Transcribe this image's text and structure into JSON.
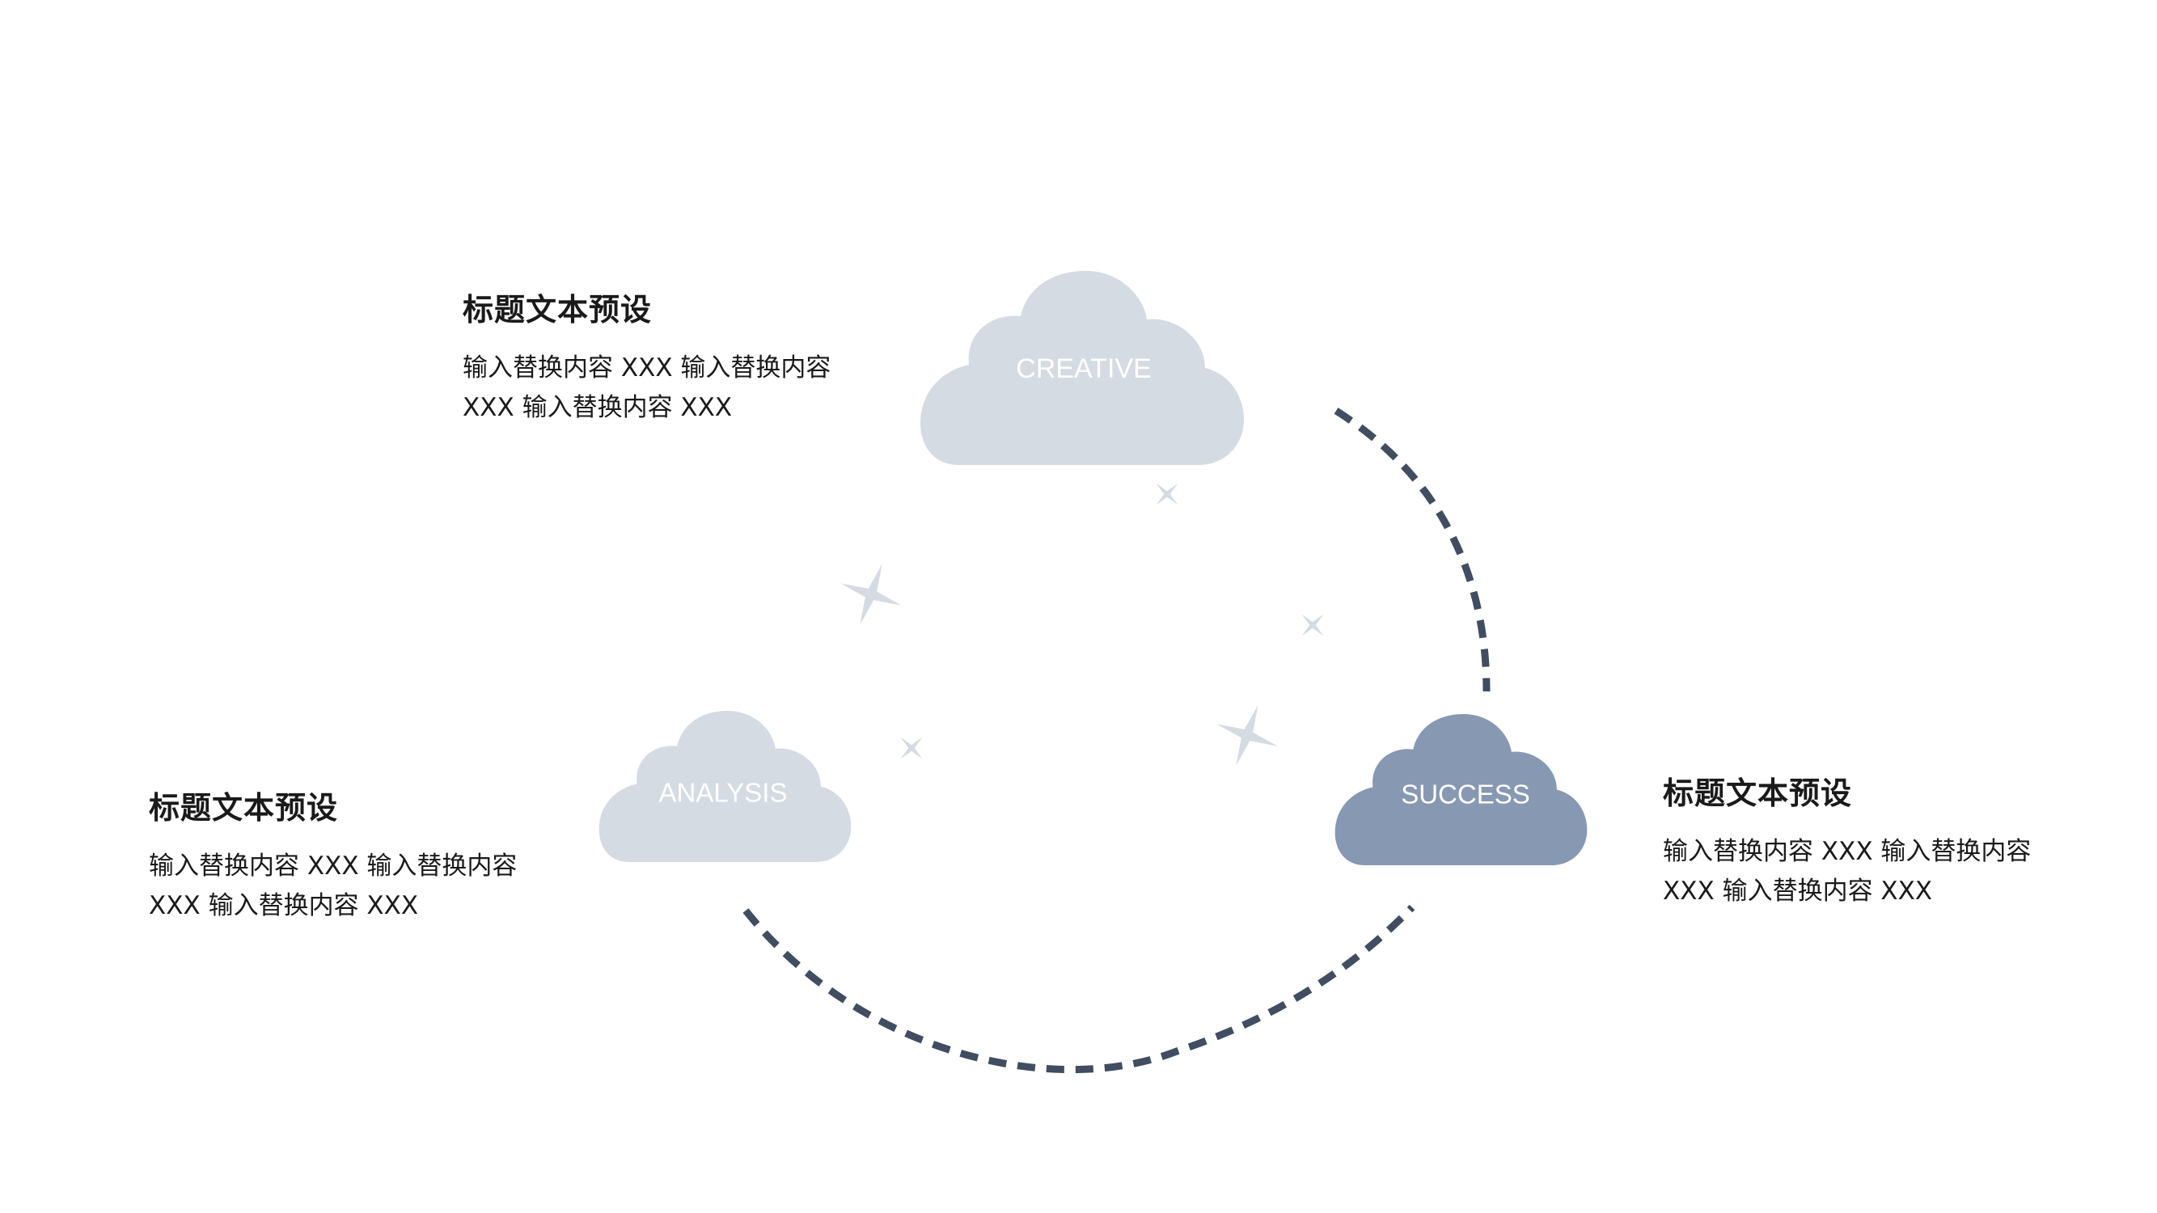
{
  "colors": {
    "cloud_light": "#d5dbe3",
    "cloud_dark": "#8798b2",
    "dashed_arc": "#414d61",
    "sparkle": "#d5dbe3",
    "text": "#1a1a1a",
    "cloud_text": "#ffffff"
  },
  "clouds": {
    "creative": {
      "label": "CREATIVE"
    },
    "analysis": {
      "label": "ANALYSIS"
    },
    "success": {
      "label": "SUCCESS"
    }
  },
  "blocks": {
    "top": {
      "title": "标题文本预设",
      "line1": "输入替换内容 XXX 输入替换内容",
      "line2": "XXX 输入替换内容 XXX"
    },
    "left": {
      "title": "标题文本预设",
      "line1": "输入替换内容 XXX 输入替换内容",
      "line2": "XXX 输入替换内容 XXX"
    },
    "right": {
      "title": "标题文本预设",
      "line1": "输入替换内容 XXX 输入替换内容",
      "line2": "XXX 输入替换内容 XXX"
    }
  }
}
